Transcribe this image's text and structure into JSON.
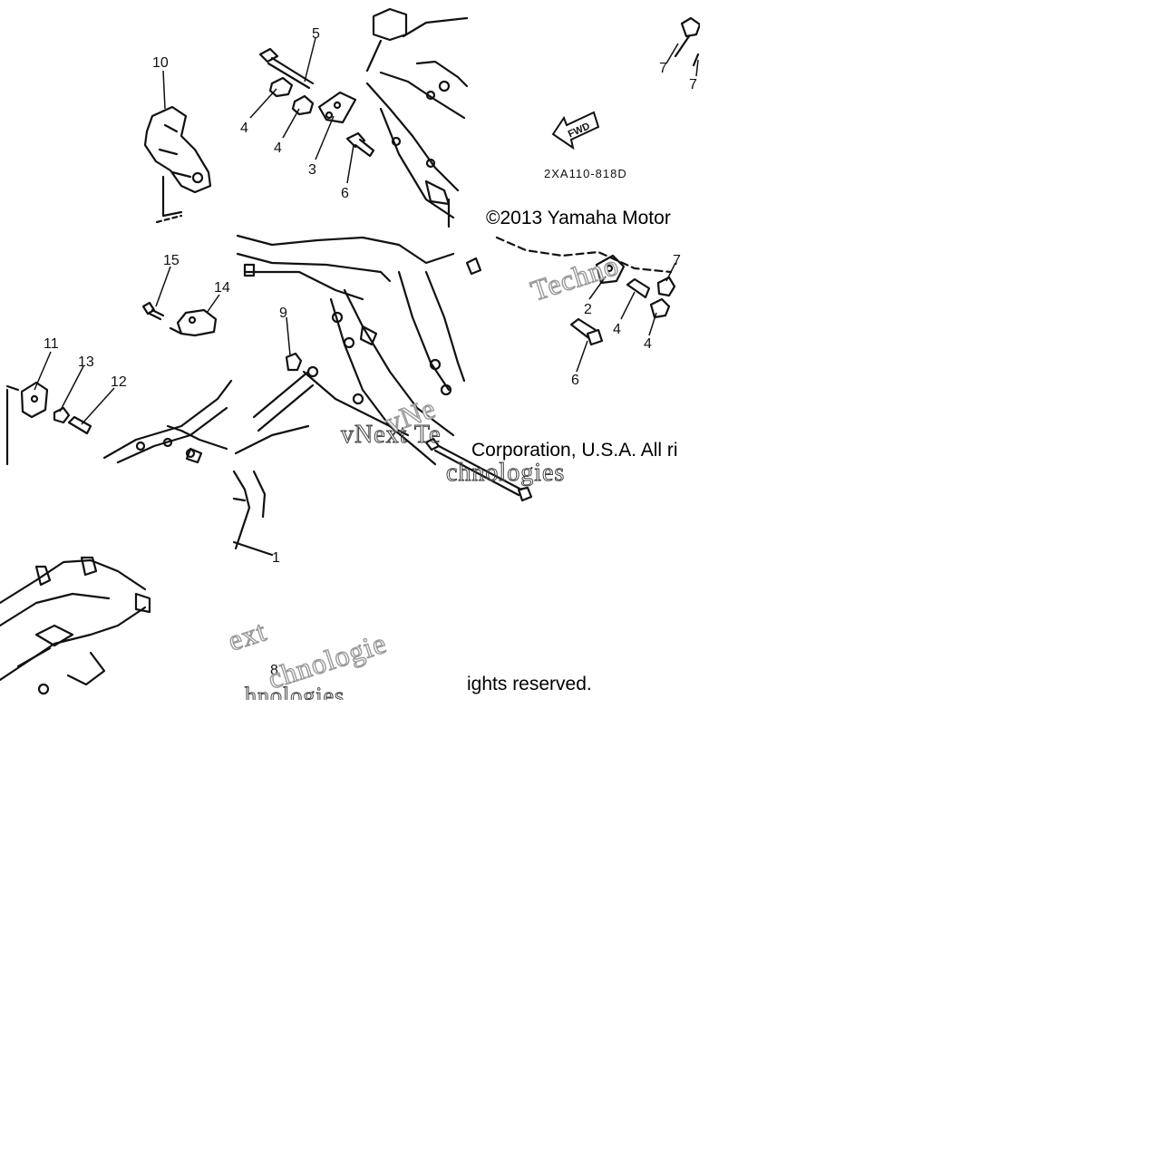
{
  "diagram_id": "2XA110-818D",
  "forward_arrow_label": "FWD",
  "copyright_fragments": [
    "©2013 Yamaha Motor",
    "Corporation, U.S.A. All ri",
    "ights reserved."
  ],
  "watermark_fragments": [
    "Techno",
    "vNext Te",
    "chnologies",
    "vNe",
    "ext",
    "chnologie",
    "hnologies"
  ],
  "callouts": [
    {
      "id": "c10",
      "label": "10"
    },
    {
      "id": "c5",
      "label": "5"
    },
    {
      "id": "c4a",
      "label": "4"
    },
    {
      "id": "c4b",
      "label": "4"
    },
    {
      "id": "c3",
      "label": "3"
    },
    {
      "id": "c6a",
      "label": "6"
    },
    {
      "id": "c7a",
      "label": "7"
    },
    {
      "id": "c7b",
      "label": "7"
    },
    {
      "id": "c15",
      "label": "15"
    },
    {
      "id": "c14",
      "label": "14"
    },
    {
      "id": "c9",
      "label": "9"
    },
    {
      "id": "c11",
      "label": "11"
    },
    {
      "id": "c13",
      "label": "13"
    },
    {
      "id": "c12",
      "label": "12"
    },
    {
      "id": "c2",
      "label": "2"
    },
    {
      "id": "c7c",
      "label": "7"
    },
    {
      "id": "c4c",
      "label": "4"
    },
    {
      "id": "c4d",
      "label": "4"
    },
    {
      "id": "c6b",
      "label": "6"
    },
    {
      "id": "c1",
      "label": "1"
    },
    {
      "id": "c8",
      "label": "8"
    }
  ]
}
